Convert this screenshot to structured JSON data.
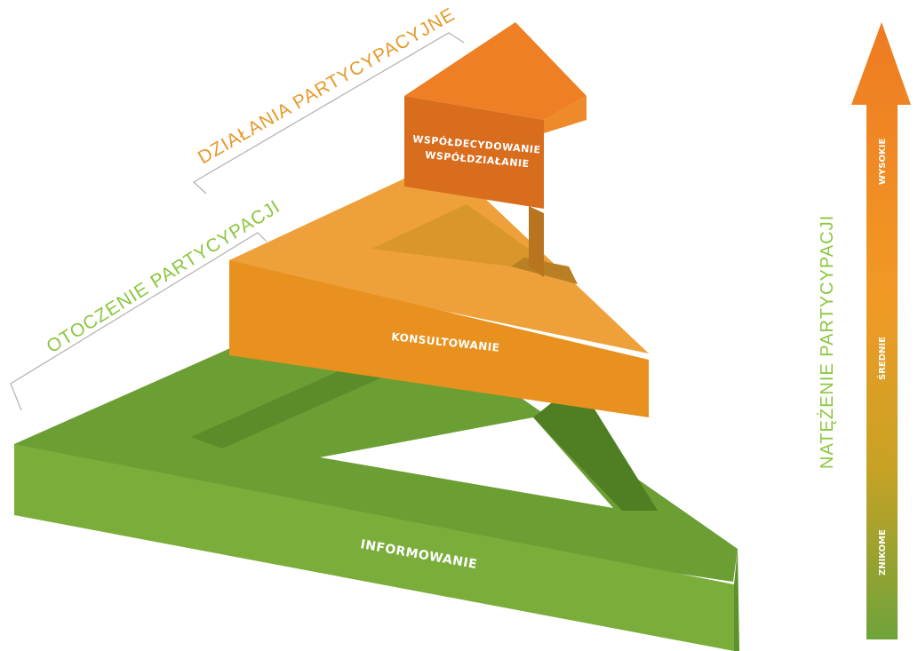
{
  "levels": {
    "informowanie": "INFORMOWANIE",
    "konsultowanie": "KONSULTOWANIE",
    "top_line1": "WSPÓŁDECYDOWANIE",
    "top_line2": "WSPÓŁDZIAŁANIE"
  },
  "brackets": {
    "dzialania": "DZIAŁANIA PARTYCYPACYJNE",
    "otoczenie": "OTOCZENIE PARTYCYPACJI"
  },
  "intensity": {
    "title": "NATĘŻENIE PARTYCYPACJI",
    "high": "WYSOKIE",
    "medium": "ŚREDNIE",
    "low": "ZNIKOME"
  },
  "colors": {
    "green_front": "#7aad3a",
    "green_top": "#6b9e33",
    "green_inner": "#4f7f22",
    "orange_front": "#e9911f",
    "orange_top": "#eea13a",
    "orange_inner": "#c98a2a",
    "dark_orange_front": "#d96d1e",
    "dark_orange_top": "#ee7f24",
    "bracket_orange": "#e59a2b",
    "bracket_green": "#8cc63f",
    "arrow_top": "#ef7a22",
    "arrow_bottom": "#6ea33a"
  }
}
